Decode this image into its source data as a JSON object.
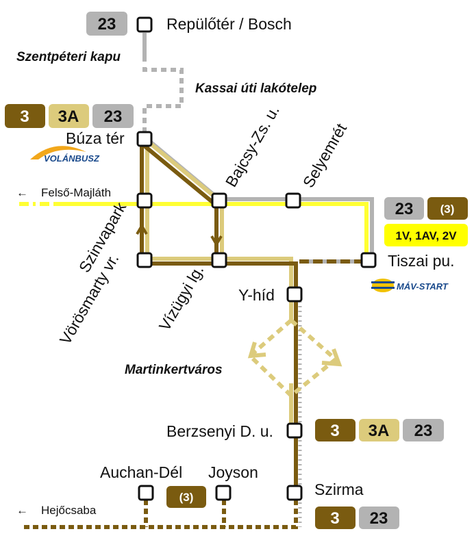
{
  "colors": {
    "dark": "#7a5b10",
    "tan": "#dccb7c",
    "grey": "#b3b3b3",
    "yellow": "#ffff33",
    "badge_yellow": "#ffff00",
    "mav_blue": "#1a4a8c",
    "volan_orange": "#f2a71b"
  },
  "stops": {
    "repuloter": "Repülőtér / Bosch",
    "buza_ter": "Búza tér",
    "bajcsy": "Bajcsy-Zs. u.",
    "selyemret": "Selyemrét",
    "szinvapark": "Szinvapark",
    "vorosmarty": "Vörösmarty vr.",
    "vizugyi": "Vízügyi lg.",
    "tiszai": "Tiszai pu.",
    "y_hid": "Y-híd",
    "berzsenyi": "Berzsenyi D. u.",
    "auchan": "Auchan-Dél",
    "joyson": "Joyson",
    "szirma": "Szirma"
  },
  "areas": {
    "szentpeteri": "Szentpéteri kapu",
    "kassai": "Kassai úti lakótelep",
    "martinkertvaros": "Martinkertváros"
  },
  "directions": {
    "felso_majlath": "Felső-Majláth",
    "hejocsaba": "Hejőcsaba",
    "arrow": "←"
  },
  "badges": {
    "top_23": "23",
    "buza_3": "3",
    "buza_3a": "3A",
    "buza_23": "23",
    "tiszai_23": "23",
    "tiszai_3p": "(3)",
    "tiszai_trams": "1V, 1AV, 2V",
    "berz_3": "3",
    "berz_3a": "3A",
    "berz_23": "23",
    "auchan_3p": "(3)",
    "szirma_3": "3",
    "szirma_23": "23"
  },
  "logos": {
    "volanbusz": "VOLÁNBUSZ",
    "mav": "MÁV-START"
  }
}
